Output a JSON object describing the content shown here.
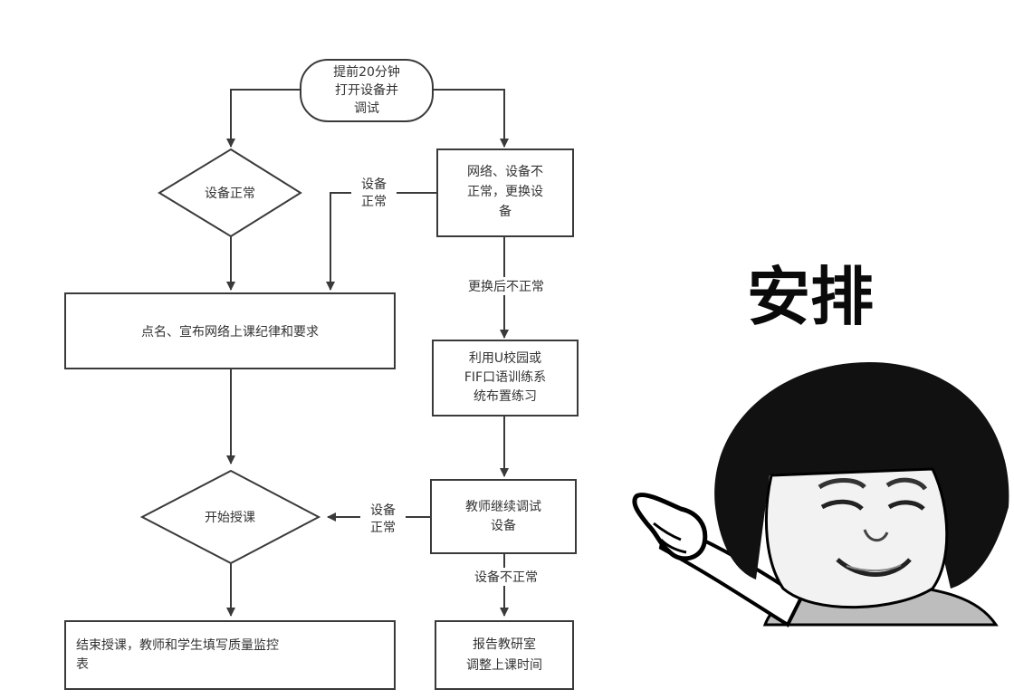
{
  "flowchart": {
    "start": [
      "提前20分钟",
      "打开设备并",
      "调试"
    ],
    "left_decision": "设备正常",
    "roll_call": "点名、宣布网络上课纪律和要求",
    "teach_decision": "开始授课",
    "end": [
      "结束授课，教师和学生填写质量监控",
      "表"
    ],
    "replace_equipment": [
      "网络、设备不",
      "正常，更换设",
      "备"
    ],
    "online_practice": [
      "利用U校园或",
      "FIF口语训练系",
      "统布置练习"
    ],
    "teacher_debug": [
      "教师继续调试",
      "设备"
    ],
    "report": [
      "报告教研室",
      "调整上课时间"
    ],
    "edge_labels": {
      "equipment_ok_1": [
        "设备",
        "正常"
      ],
      "replace_failed": "更换后不正常",
      "equipment_ok_2": [
        "设备",
        "正常"
      ],
      "equipment_not_ok": "设备不正常"
    }
  },
  "meme": {
    "caption": "安排",
    "image": "pointing-mushroom-head-meme"
  }
}
